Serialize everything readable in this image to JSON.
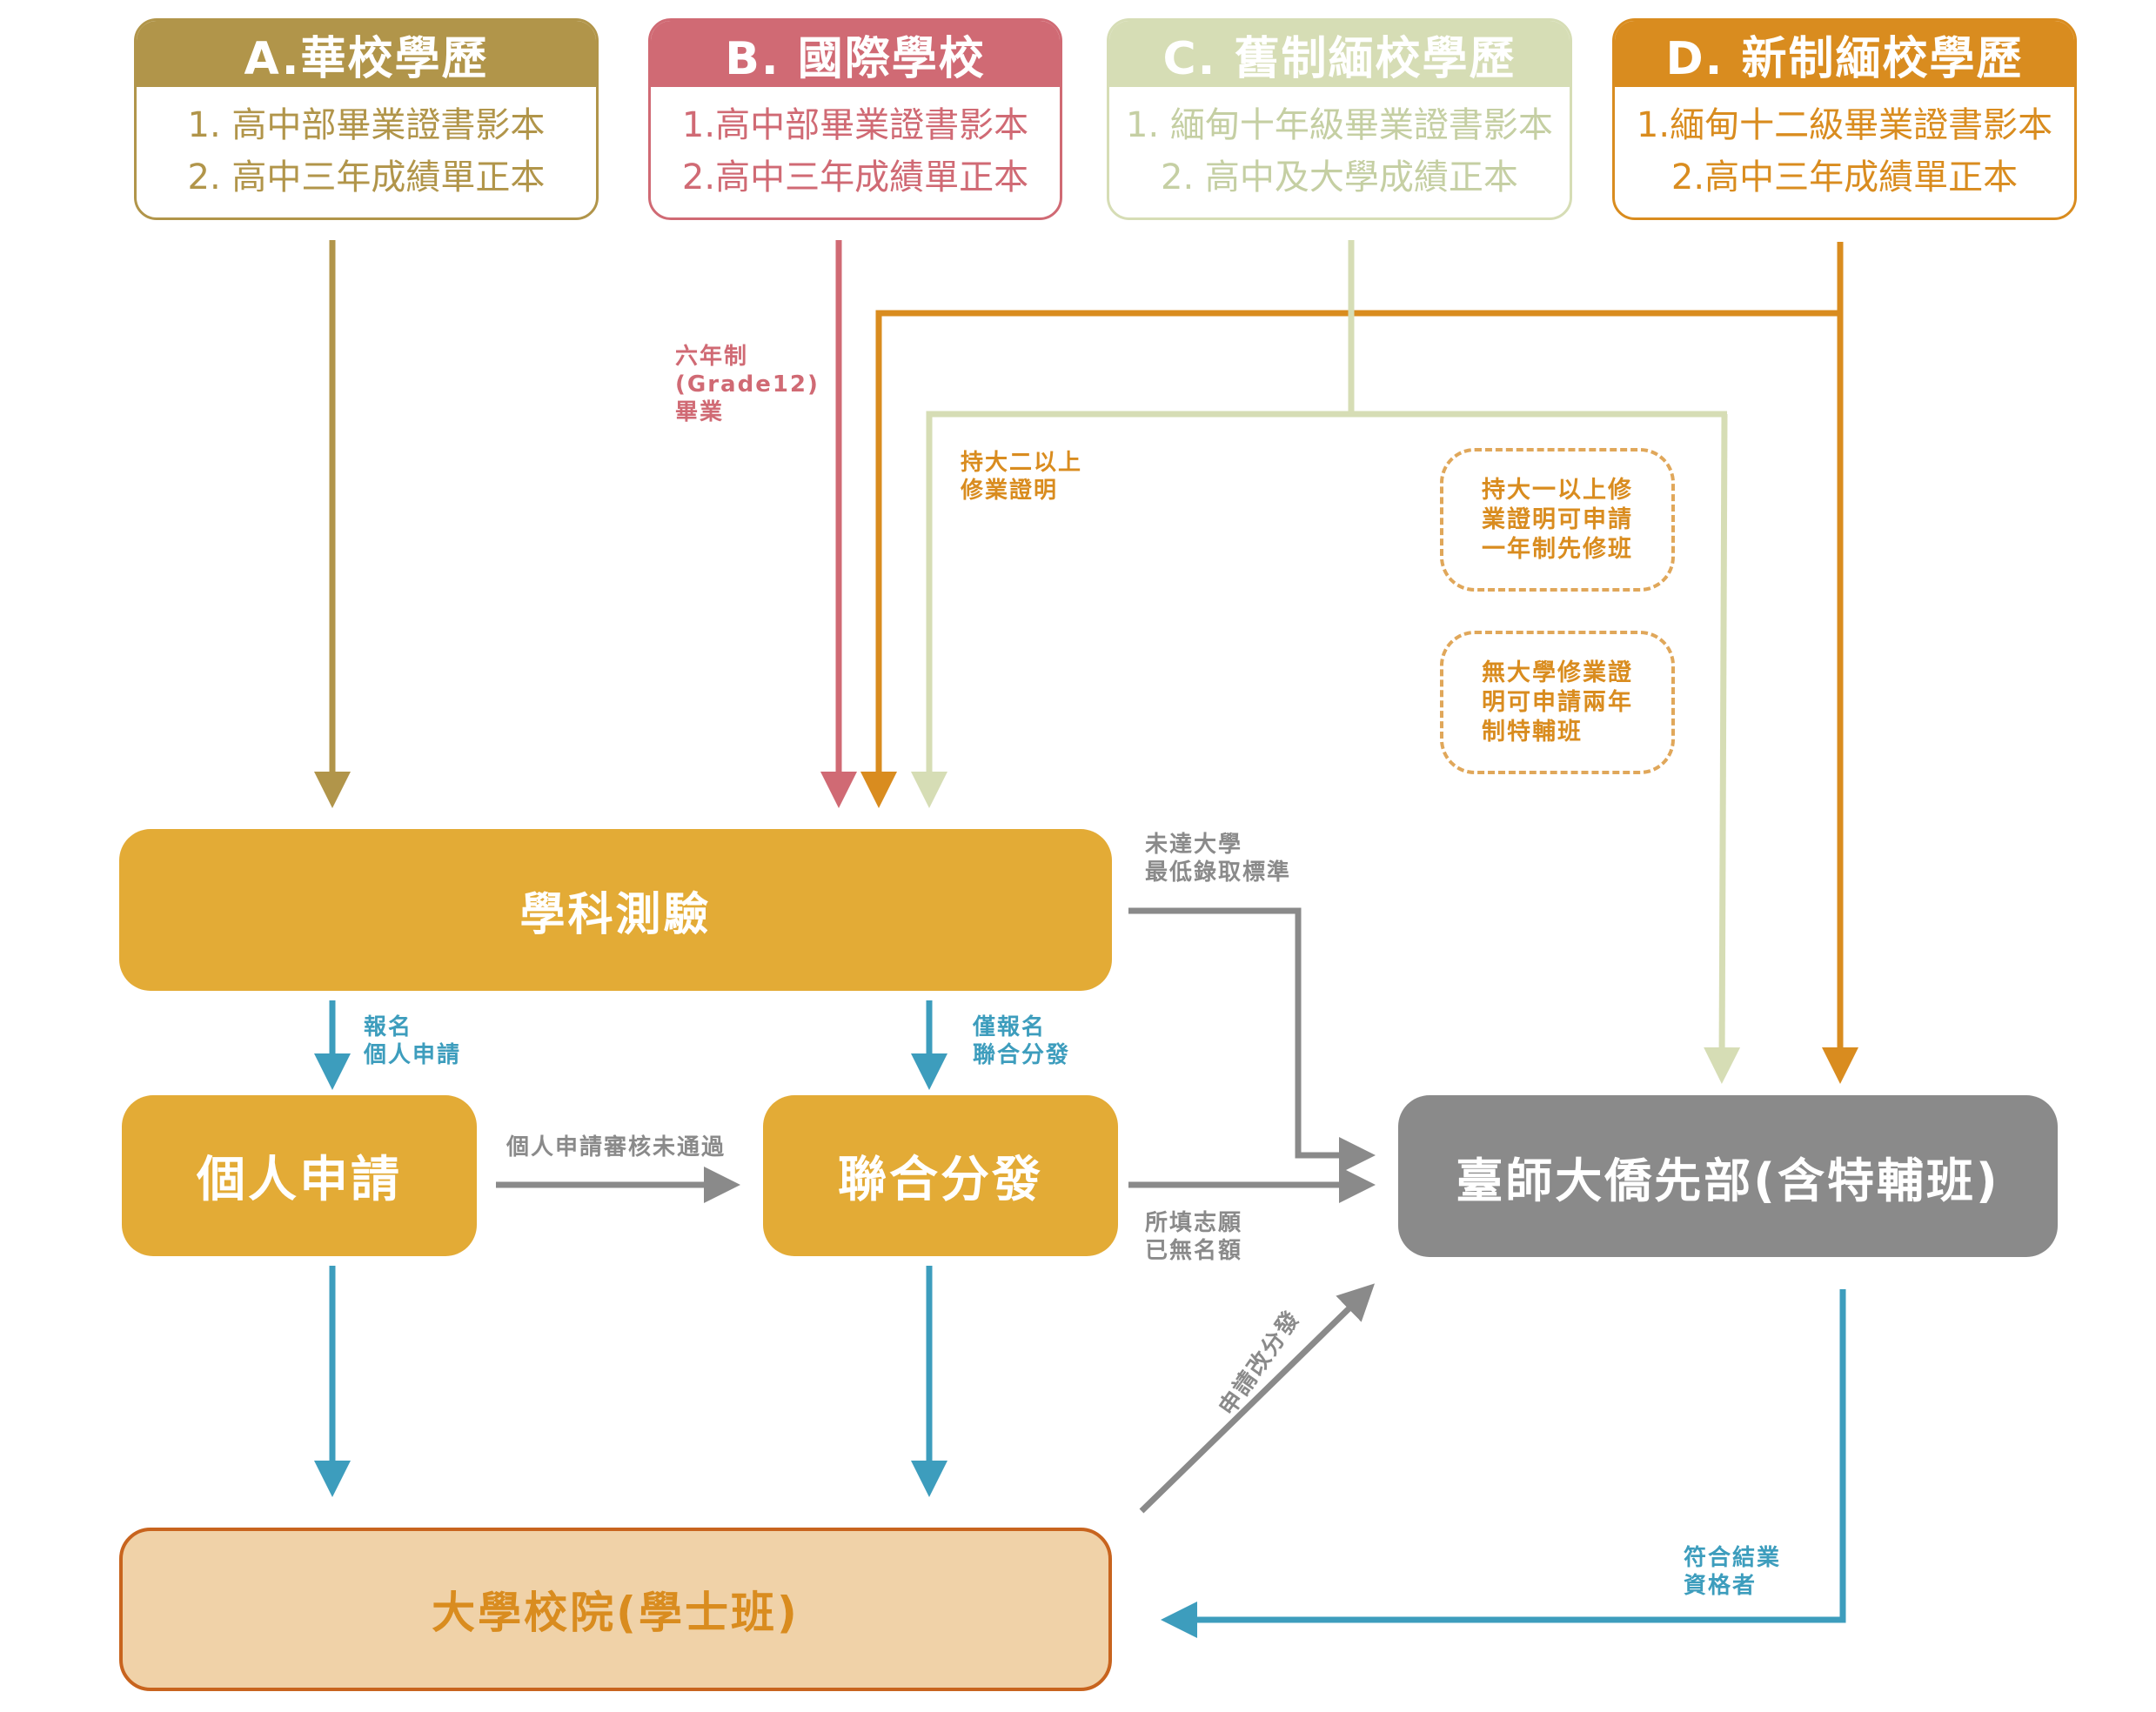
{
  "colors": {
    "a": "#b1954a",
    "b": "#d06a74",
    "c": "#d6ddb5",
    "c_text": "#c5cfa3",
    "d": "#d98c1f",
    "exam": "#e3ab36",
    "ntnu": "#8a8a8a",
    "univ_fill": "#f0d2a8",
    "univ_border": "#c8641e",
    "blue": "#3d9dbd",
    "gray": "#8a8a8a"
  },
  "sources": [
    {
      "title": "A.華校學歷",
      "items": [
        "1. 高中部畢業證書影本",
        "2. 高中三年成績單正本"
      ]
    },
    {
      "title": "B. 國際學校",
      "items": [
        "1.高中部畢業證書影本",
        "2.高中三年成績單正本"
      ]
    },
    {
      "title": "C. 舊制緬校學歷",
      "items": [
        "1. 緬甸十年級畢業證書影本",
        "2. 高中及大學成績正本"
      ]
    },
    {
      "title": "D. 新制緬校學歷",
      "items": [
        "1.緬甸十二級畢業證書影本",
        "2.高中三年成績單正本"
      ]
    }
  ],
  "nodes": {
    "exam": "學科測驗",
    "apply": "個人申請",
    "joint": "聯合分發",
    "ntnu": "臺師大僑先部(含特輔班)",
    "univ": "大學校院(學士班)"
  },
  "labels": {
    "b_grade12": "六年制\n(Grade12)\n畢業",
    "d_year2": "持大二以上\n修業證明",
    "note_year1": "持大一以上修\n業證明可申請\n一年制先修班",
    "note_none": "無大學修業證\n明可申請兩年\n制特輔班",
    "below_min": "未達大學\n最低錄取標準",
    "reg_apply": "報名\n個人申請",
    "reg_joint": "僅報名\n聯合分發",
    "apply_fail": "個人申請審核未通過",
    "no_quota": "所填志願\n已無名額",
    "reassign": "申請改分發",
    "graduate": "符合結業\n資格者"
  }
}
